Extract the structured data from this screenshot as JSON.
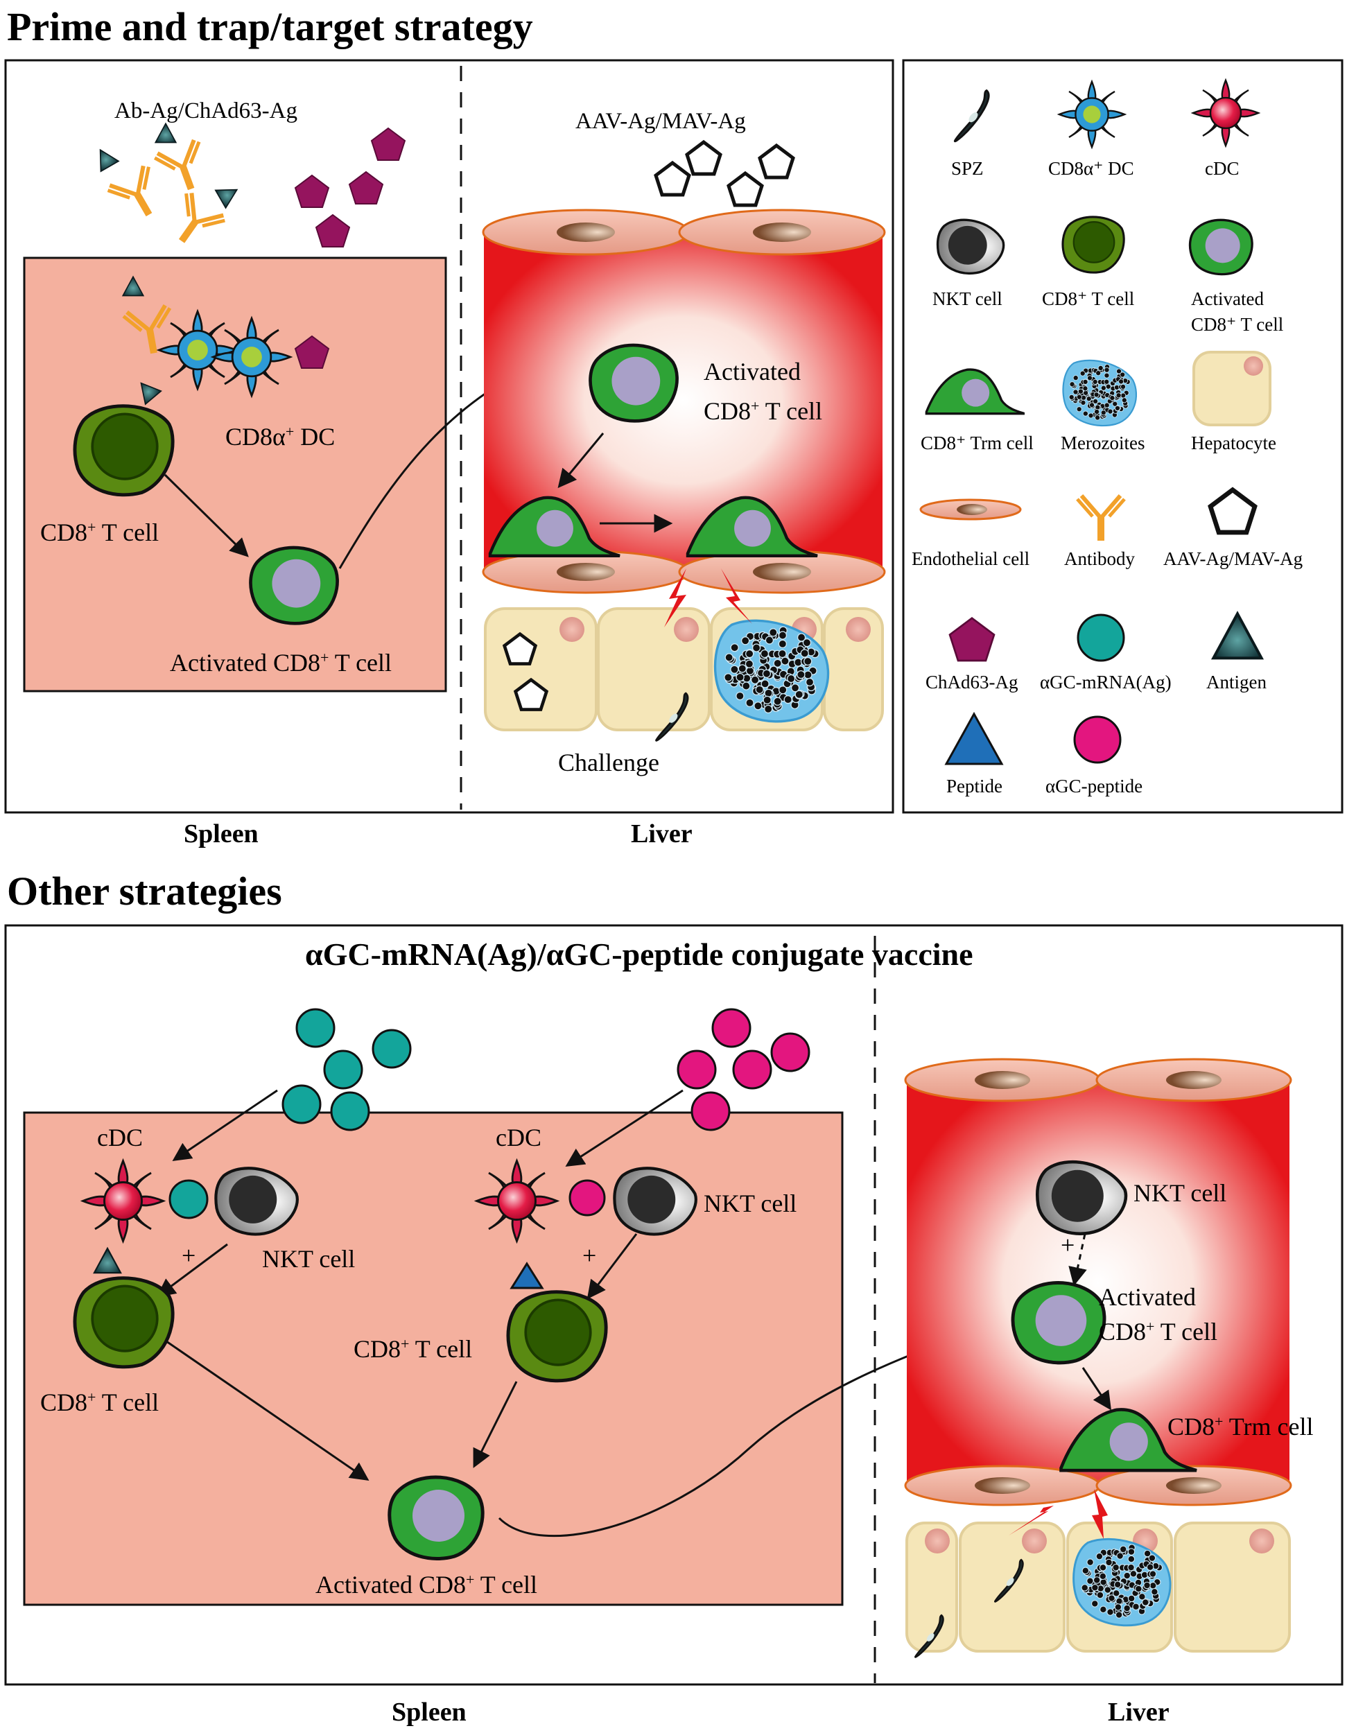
{
  "titles": {
    "top": "Prime and trap/target strategy",
    "bottom": "Other strategies"
  },
  "top_panel": {
    "labels": {
      "ab_ag": "Ab-Ag/ChAd63-Ag",
      "aav_ag": "AAV-Ag/MAV-Ag",
      "cd8a_dc": "CD8α",
      "cd8a_dc_sup": "+",
      "cd8a_dc_tail": " DC",
      "cd8_t": "CD8",
      "cd8_t_sup": "+",
      "cd8_t_tail": " T cell",
      "activated_spleen": "Activated CD8",
      "activated_spleen_sup": "+",
      "activated_spleen_tail": " T cell",
      "activated_liver_1": "Activated",
      "activated_liver_2": "CD8",
      "activated_liver_2_sup": "+",
      "activated_liver_2_tail": " T cell",
      "challenge": "Challenge",
      "spleen": "Spleen",
      "liver": "Liver"
    }
  },
  "legend": {
    "items": [
      {
        "label": "SPZ",
        "icon": "spz-icon"
      },
      {
        "label": "CD8α⁺ DC",
        "icon": "cd8a-dc-icon"
      },
      {
        "label": "cDC",
        "icon": "cdc-icon"
      },
      {
        "label": "NKT cell",
        "icon": "nkt-cell-icon"
      },
      {
        "label": "CD8⁺ T cell",
        "icon": "cd8-t-cell-icon"
      },
      {
        "label": "Activated",
        "label2": "CD8⁺ T cell",
        "icon": "activated-cd8-icon"
      },
      {
        "label": "CD8⁺ Trm cell",
        "icon": "trm-cell-icon"
      },
      {
        "label": "Merozoites",
        "icon": "merozoites-icon"
      },
      {
        "label": "Hepatocyte",
        "icon": "hepatocyte-icon"
      },
      {
        "label": "Endothelial cell",
        "icon": "endothelial-cell-icon"
      },
      {
        "label": "Antibody",
        "icon": "antibody-icon"
      },
      {
        "label": "AAV-Ag/MAV-Ag",
        "icon": "aav-ag-icon"
      },
      {
        "label": "ChAd63-Ag",
        "icon": "chad63-ag-icon"
      },
      {
        "label": "αGC-mRNA(Ag)",
        "icon": "agc-mrna-icon"
      },
      {
        "label": "Antigen",
        "icon": "antigen-icon"
      },
      {
        "label": "Peptide",
        "icon": "peptide-icon"
      },
      {
        "label": "αGC-peptide",
        "icon": "agc-peptide-icon"
      }
    ]
  },
  "bottom_panel": {
    "vaccine_title": "αGC-mRNA(Ag)/αGC-peptide conjugate vaccine",
    "labels": {
      "cdc_left": "cDC",
      "cdc_right": "cDC",
      "nkt_left": "NKT cell",
      "nkt_right": "NKT cell",
      "nkt_liver": "NKT cell",
      "plus_left": "+",
      "plus_right": "+",
      "plus_liver": "+",
      "cd8_left": "CD8",
      "cd8_right": "CD8",
      "sup": "+",
      "t_cell": " T cell",
      "activated_spleen": "Activated CD8",
      "activated_liver_1": "Activated",
      "activated_liver_2": "CD8",
      "trm": "CD8",
      "trm_tail": " Trm cell",
      "spleen": "Spleen",
      "liver": "Liver"
    }
  },
  "colors": {
    "spleen_bg": "#f4b09e",
    "vessel_red": "#e8201c",
    "cell_green": "#2ea336",
    "naive_green": "#5a8a12",
    "nucleus_purple": "#a9a0c8",
    "antibody_orange": "#f2a12a",
    "chad63_purple": "#95145e",
    "hepatocyte": "#f5e6b8",
    "dc_blue": "#2d9ad6",
    "cdc_red": "#d81a4c",
    "agc_mrna_teal": "#13a59b",
    "agc_peptide_pink": "#e3167f",
    "peptide_blue": "#1f6fb8"
  }
}
